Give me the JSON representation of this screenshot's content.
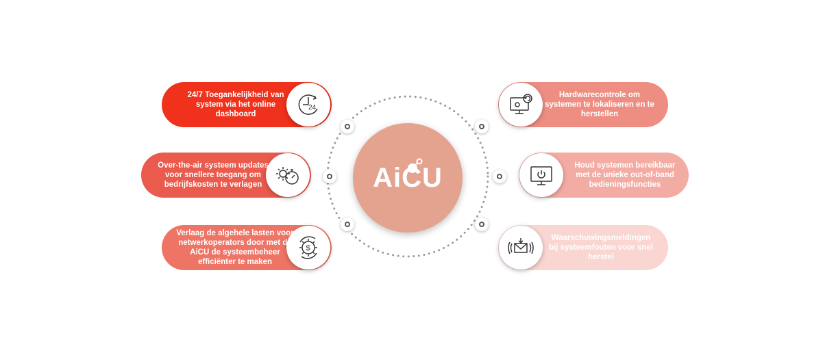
{
  "hub": {
    "logo": "AiCU",
    "color": "#e4a38f"
  },
  "left_items": [
    {
      "text": "24/7 Toegankelijkheid van system via het online dashboard",
      "icon": "clock-24-icon",
      "color": "#f0311b"
    },
    {
      "text": "Over-the-air systeem updates voor snellere toegang om bedrijfskosten te verlagen",
      "icon": "gear-stopwatch-icon",
      "color": "#ea5a4d"
    },
    {
      "text": "Verlaag de algehele lasten voor netwerkoperators door met de AiCU de systeembeheer efficiënter te maken",
      "icon": "dollar-gear-icon",
      "color": "#ee7466"
    }
  ],
  "right_items": [
    {
      "text": "Hardwarecontrole om systemen te lokaliseren en te herstellen",
      "icon": "monitor-refresh-icon",
      "color": "#ee8e83"
    },
    {
      "text": "Houd systemen bereikbaar met de unieke out-of-band bedieningsfuncties",
      "icon": "monitor-power-icon",
      "color": "#f3aca4"
    },
    {
      "text": "Waarschuwingsmeldingen bij systeemfouten voor snel herstel",
      "icon": "alert-mail-icon",
      "color": "#f9d6d1"
    }
  ]
}
